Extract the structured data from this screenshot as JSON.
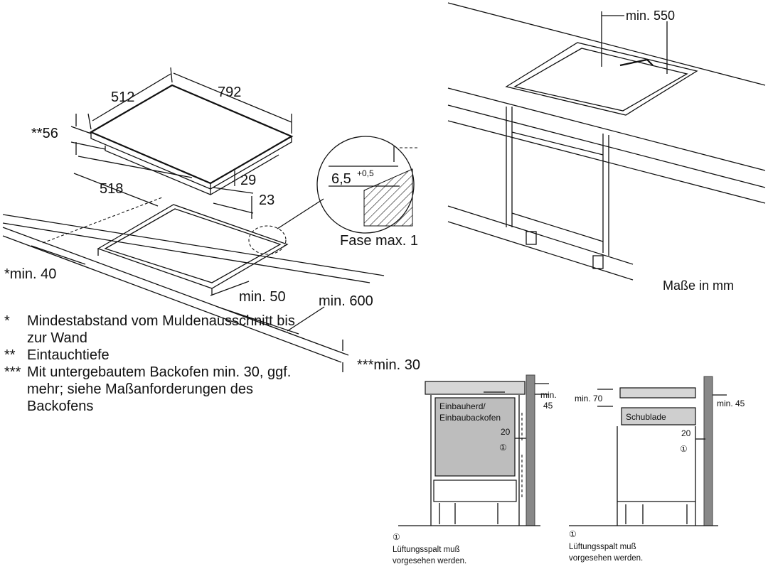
{
  "dimensions": {
    "hob_depth": "512",
    "hob_width": "792",
    "immersion_depth": "**56",
    "cutout_depth": "518",
    "dim_29": "29",
    "dim_23": "23",
    "wall_distance": "*min. 40",
    "front_distance": "min. 50",
    "cutout_width": "min. 600",
    "worktop_thickness": "***min. 30",
    "detail_value": "6,5",
    "detail_tolerance": "+0,5",
    "chamfer": "Fase max. 1",
    "cabinet_width": "min. 550",
    "units_note": "Maße in mm"
  },
  "legend": [
    {
      "mark": "*",
      "text": "Mindestabstand vom Muldenausschnitt bis zur Wand"
    },
    {
      "mark": "**",
      "text": "Eintauchtiefe"
    },
    {
      "mark": "***",
      "text": "Mit untergebautem Backofen min. 30, ggf. mehr; siehe Maßanforderungen des Backofens"
    }
  ],
  "install_oven": {
    "label_line1": "Einbauherd/",
    "label_line2": "Einbaubackofen",
    "min_label_line1": "min.",
    "min_label_line2": "45",
    "gap": "20",
    "circle": "①",
    "note_circle": "①",
    "note_line1": "Lüftungsspalt muß",
    "note_line2": "vorgesehen werden."
  },
  "install_drawer": {
    "label": "Schublade",
    "min70": "min. 70",
    "min45": "min. 45",
    "gap": "20",
    "circle": "①",
    "note_circle": "①",
    "note_line1": "Lüftungsspalt muß",
    "note_line2": "vorgesehen werden."
  }
}
